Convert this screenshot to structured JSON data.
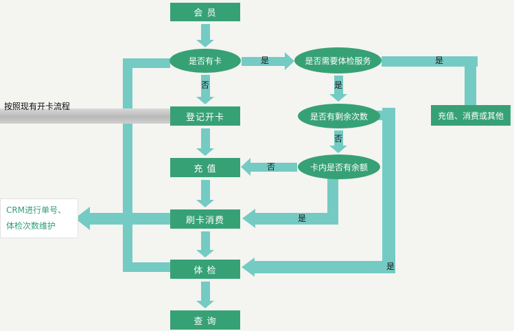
{
  "colors": {
    "background": "#f4f4f1",
    "node_green": "#37a176",
    "arrow_teal": "#74cbc3",
    "edge_label_text": "#161616",
    "crm_text_green": "#2f9e77"
  },
  "nodes": {
    "member": {
      "label": "会 员"
    },
    "has_card": {
      "label": "是否有卡"
    },
    "need_exam": {
      "label": "是否需要体检服务"
    },
    "recharge_other": {
      "label": "充值、消费或其他"
    },
    "remaining_times": {
      "label": "是否有剩余次数"
    },
    "card_balance": {
      "label": "卡内是否有余额"
    },
    "register_card": {
      "label": "登记开卡"
    },
    "recharge": {
      "label": "充 值"
    },
    "swipe_consume": {
      "label": "刷卡消费"
    },
    "exam": {
      "label": "体 检"
    },
    "query": {
      "label": "查 询"
    }
  },
  "edge_labels": {
    "has_card_yes": "是",
    "has_card_no": "否",
    "need_exam_yes_right": "是",
    "need_exam_yes_down": "是",
    "remaining_no": "否",
    "balance_no": "否",
    "balance_yes": "是",
    "remaining_yes": "是"
  },
  "annotations": {
    "note": "按照现有开卡流程",
    "crm_line1": "CRM进行单号、",
    "crm_line2": "体检次数维护"
  }
}
